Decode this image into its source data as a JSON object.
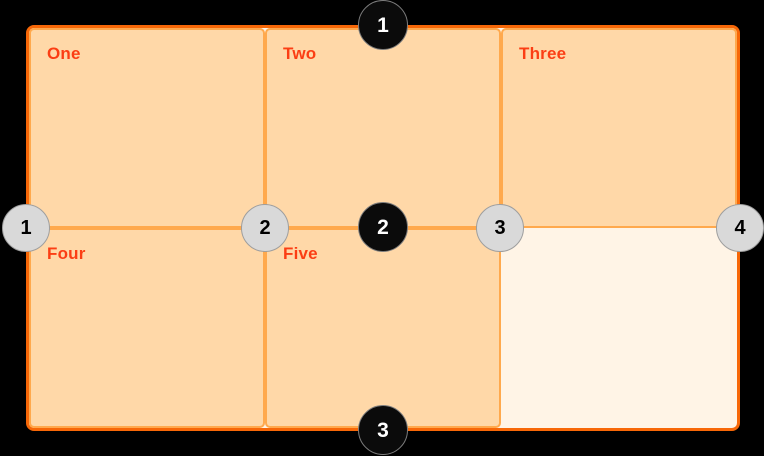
{
  "grid": {
    "cells": [
      {
        "label": "One"
      },
      {
        "label": "Two"
      },
      {
        "label": "Three"
      },
      {
        "label": "Four"
      },
      {
        "label": "Five"
      },
      {
        "label": ""
      }
    ]
  },
  "markers": {
    "column_lines": [
      {
        "number": "1"
      },
      {
        "number": "2"
      },
      {
        "number": "3"
      },
      {
        "number": "4"
      }
    ],
    "row_lines": [
      {
        "number": "1"
      },
      {
        "number": "2"
      },
      {
        "number": "3"
      }
    ]
  },
  "colors": {
    "page_background": "#000000",
    "container_border": "#f76707",
    "container_background": "#fff4e6",
    "cell_border": "#ffa94d",
    "cell_background": "#ffd8a8",
    "cell_label_text": "#fb3e14",
    "column_marker_fill": "#d9d9d9",
    "column_marker_border": "#9e9e9e",
    "column_marker_text": "#000000",
    "row_marker_fill": "#0b0b0b",
    "row_marker_border": "#7d7d7d",
    "row_marker_text": "#ffffff"
  }
}
